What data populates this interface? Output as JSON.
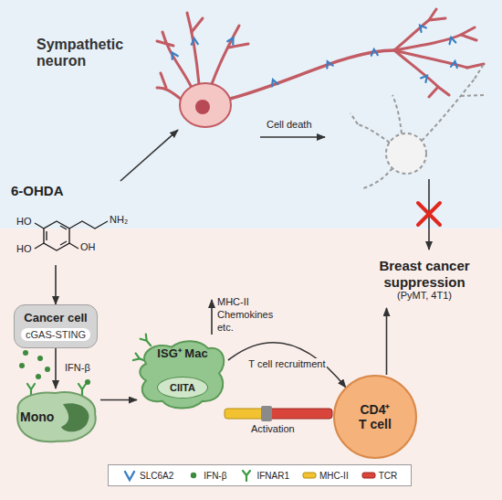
{
  "diagram": {
    "nodes": [
      {
        "text": [
          "Sympathetic neuron"
        ]
      },
      {
        "text": [
          "6-OHDA"
        ]
      },
      {
        "text": [
          "Cancer cell",
          "cGAS-STING"
        ]
      },
      {
        "text": [
          "Mono"
        ]
      },
      {
        "text": [
          "ISG⁺ Mac"
        ]
      },
      {
        "text": [
          "CIITA"
        ],
        "in": 4
      },
      {
        "text": [
          "CD4⁺ T cell"
        ]
      },
      {
        "text": [
          "Breast cancer suppression",
          "(PyMT, 4T1)"
        ]
      }
    ],
    "edges": [
      {
        "from": 1,
        "to": 0,
        "arrow": "to"
      },
      {
        "from": 1,
        "to": 2,
        "arrow": "to"
      },
      {
        "from": 2,
        "to": 3,
        "arrow": "to",
        "label": "IFN-β"
      },
      {
        "from": 3,
        "to": 4,
        "arrow": "to"
      },
      {
        "from": 4,
        "to": 6,
        "arrow": "to",
        "label": "T cell recruitment"
      },
      {
        "from": 6,
        "to": 7,
        "arrow": "to"
      }
    ],
    "labels": [
      "Cell death",
      "HO",
      "HO",
      "OH",
      "NH₂",
      "MHC-II",
      "Chemokines",
      "etc.",
      "Activation"
    ],
    "legend": [
      {
        "text": "SLC6A2"
      },
      {
        "text": "IFN-β"
      },
      {
        "text": "IFNAR1"
      },
      {
        "text": "MHC-II"
      },
      {
        "text": "TCR"
      }
    ]
  }
}
